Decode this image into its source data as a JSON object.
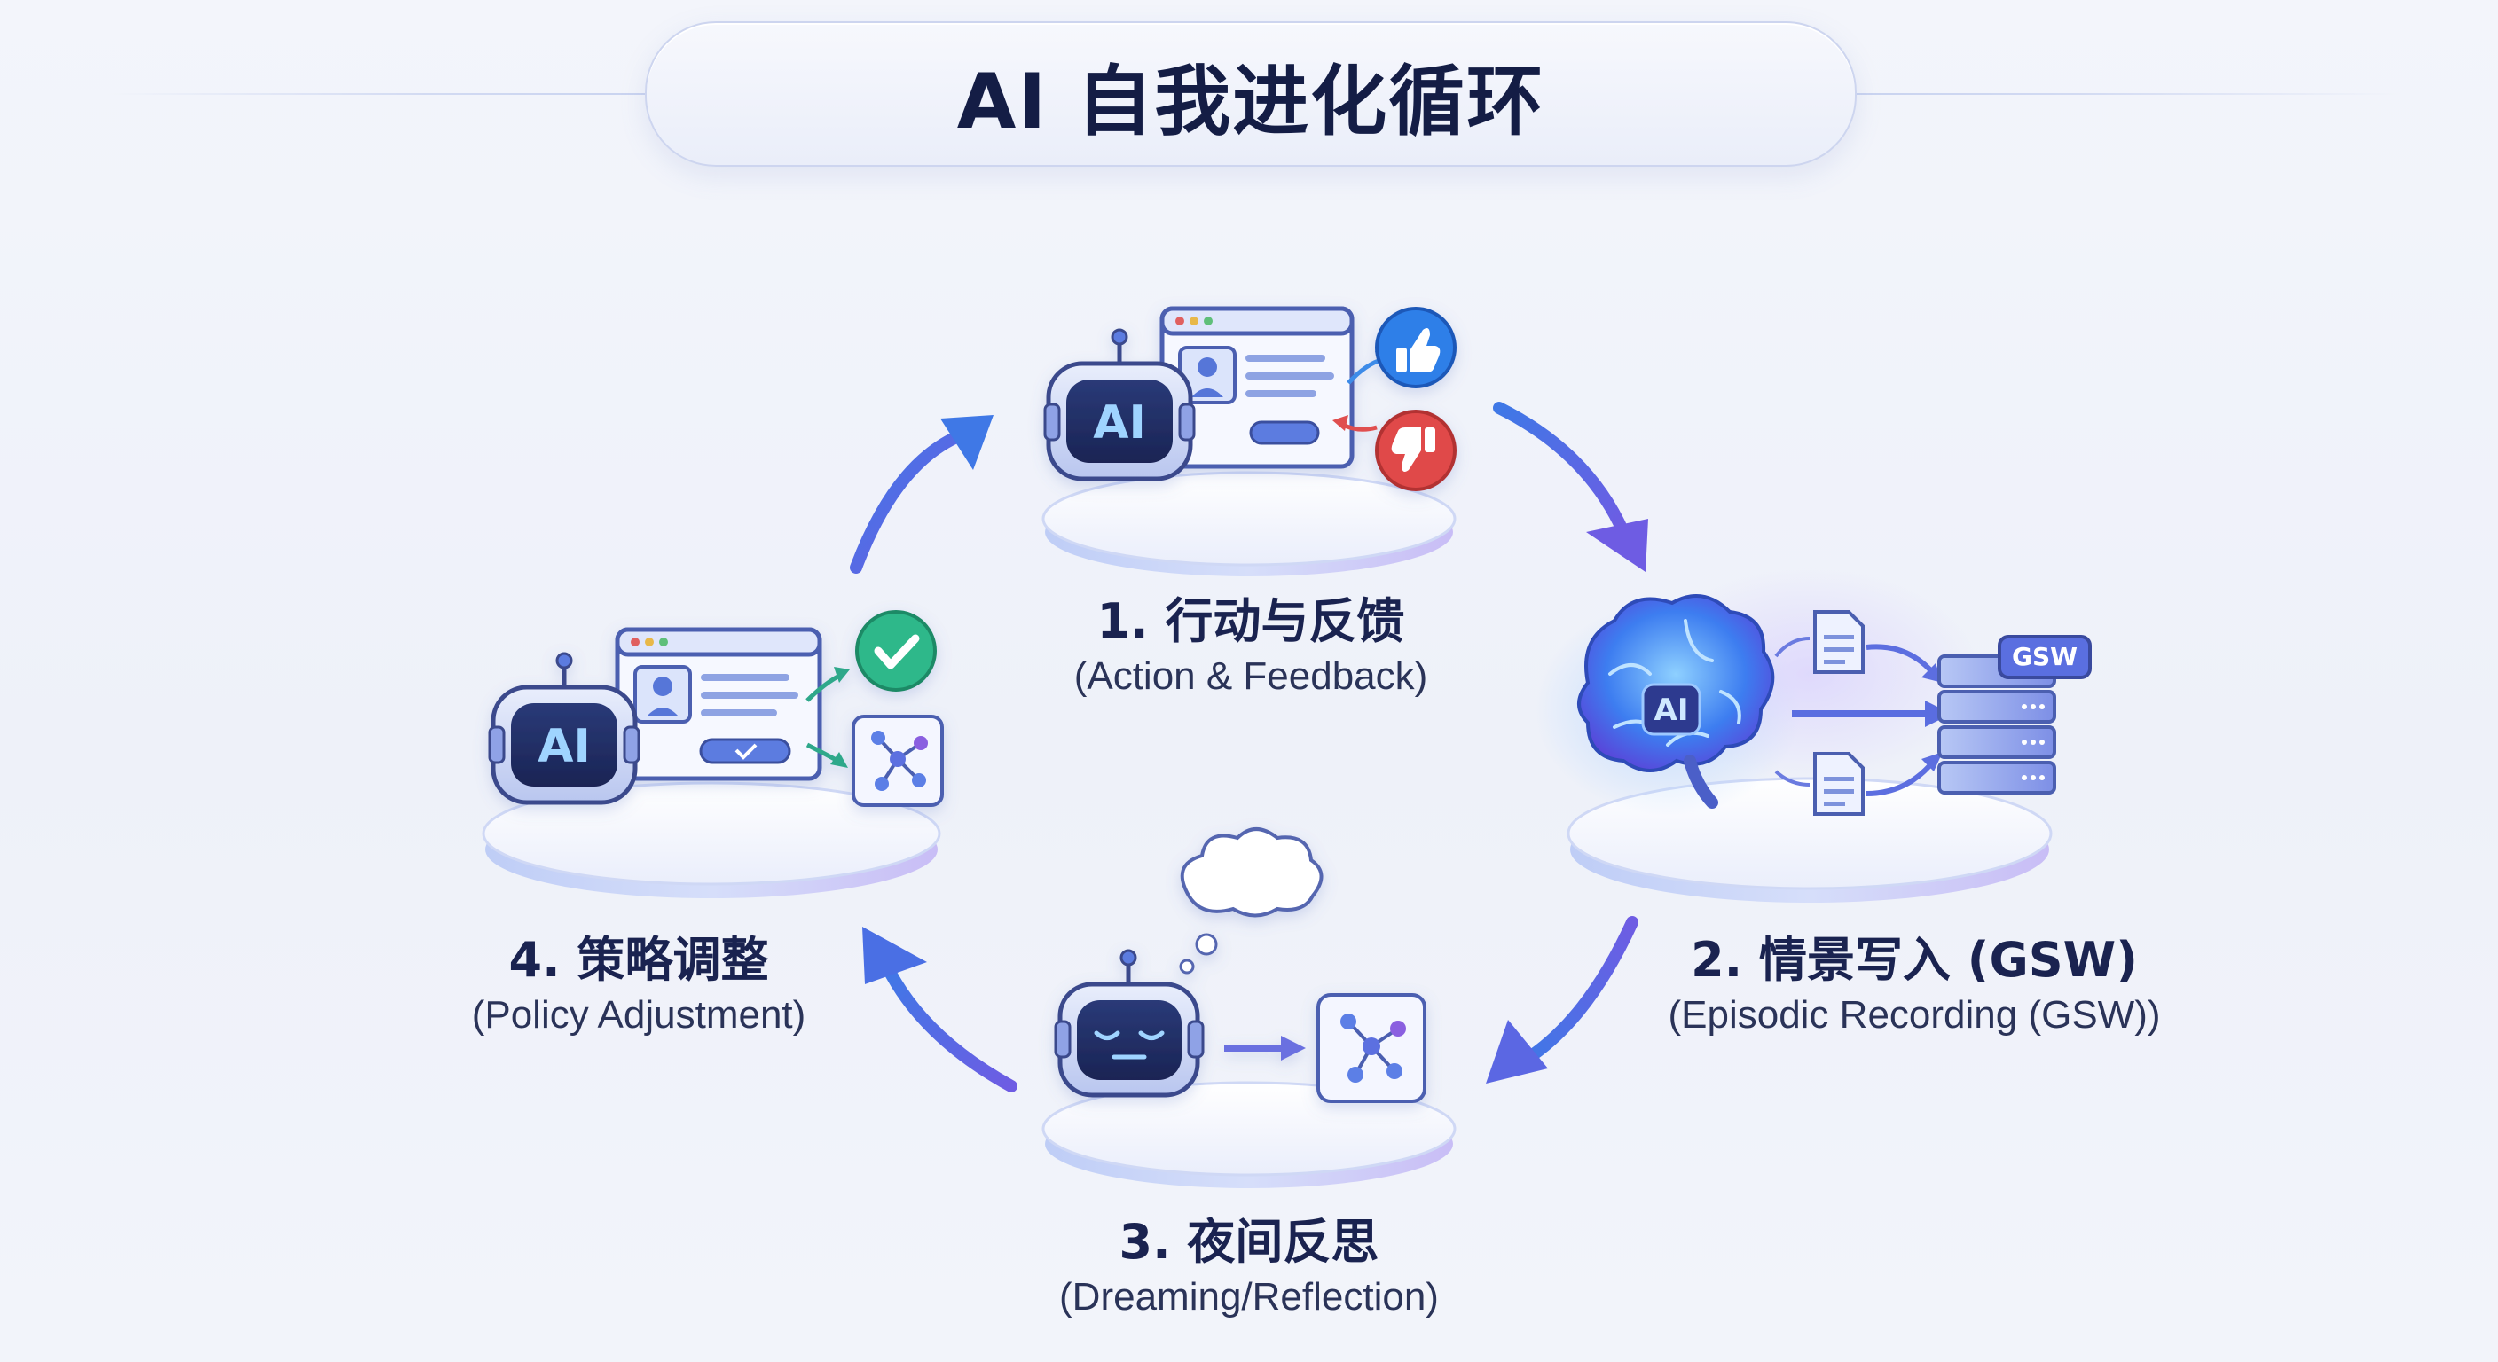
{
  "title": "AI 自我进化循环",
  "steps": [
    {
      "title": "1. 行动与反馈",
      "subtitle": "(Action & Feedback)"
    },
    {
      "title": "2. 情景写入 (GSW)",
      "subtitle": "(Episodic Recording (GSW))"
    },
    {
      "title": "3. 夜间反思",
      "subtitle": "(Dreaming/Reflection)"
    },
    {
      "title": "4. 策略调整",
      "subtitle": "(Policy Adjustment)"
    }
  ],
  "icons": {
    "robot_badge": "AI",
    "brain_badge": "AI",
    "storage_badge": "GSW"
  },
  "colors": {
    "accent_blue": "#3b6fe0",
    "accent_purple": "#6f5be0",
    "thumbs_up": "#2f7fe8",
    "thumbs_down": "#e04848",
    "check_green": "#2fb88a",
    "robot_dark": "#1f2b5c"
  }
}
